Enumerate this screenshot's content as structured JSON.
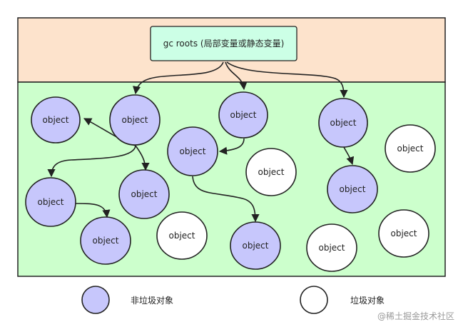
{
  "colors": {
    "root_area_bg": "#fde3cc",
    "heap_area_bg": "#ccffcc",
    "root_box_bg": "#ccffe6",
    "reachable_fill": "#c7c7fc",
    "garbage_fill": "#ffffff",
    "stroke": "#222222"
  },
  "root_label": "gc roots (局部变量或静态变量)",
  "object_label": "object",
  "legend": {
    "reachable_label": "非垃圾对象",
    "garbage_label": "垃圾对象"
  },
  "watermark": "@稀土掘金技术社区"
}
